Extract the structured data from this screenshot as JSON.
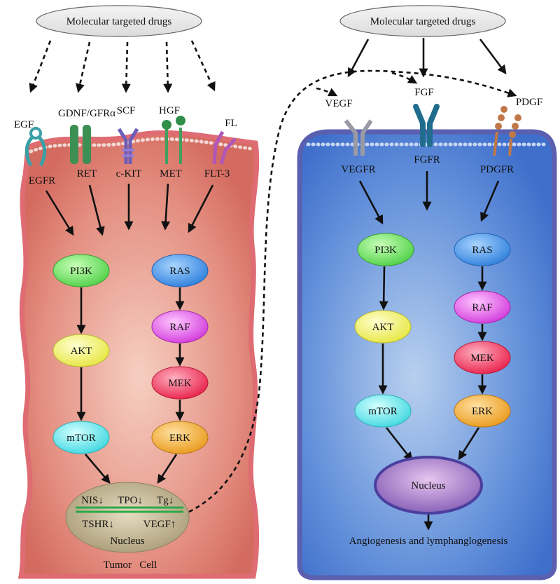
{
  "left_panel": {
    "drugs_label": "Molecular targeted drugs",
    "ligands": {
      "egf": "EGF",
      "gdnf": "GDNF/GFRα",
      "scf": "SCF",
      "hgf": "HGF",
      "fl": "FL"
    },
    "receptors": {
      "egfr": "EGFR",
      "ret": "RET",
      "ckit": "c-KIT",
      "met": "MET",
      "flt3": "FLT-3"
    },
    "nodes": {
      "pi3k": "PI3K",
      "akt": "AKT",
      "mtor": "mTOR",
      "ras": "RAS",
      "raf": "RAF",
      "mek": "MEK",
      "erk": "ERK"
    },
    "nucleus": {
      "nis": "NIS↓",
      "tpo": "TPO↓",
      "tg": "Tg↓",
      "tshr": "TSHR↓",
      "vegf": "VEGF↑",
      "label": "Nucleus"
    },
    "cell_label": "Tumor   Cell"
  },
  "right_panel": {
    "drugs_label": "Molecular targeted drugs",
    "ligands": {
      "vegf": "VEGF",
      "fgf": "FGF",
      "pdgf": "PDGF"
    },
    "receptors": {
      "vegfr": "VEGFR",
      "fgfr": "FGFR",
      "pdgfr": "PDGFR"
    },
    "nodes": {
      "pi3k": "PI3K",
      "akt": "AKT",
      "mtor": "mTOR",
      "ras": "RAS",
      "raf": "RAF",
      "mek": "MEK",
      "erk": "ERK"
    },
    "nucleus_label": "Nucleus",
    "outcome": "Angiogenesis and lymphanglogenesis"
  },
  "colors": {
    "tumor_cell": "#e48b7e",
    "endothelial_cell": "#5b86d6",
    "pi3k": "#5ce052",
    "akt": "#f0f05a",
    "mtor": "#5ae6ea",
    "ras": "#3d8fe6",
    "raf": "#e052e6",
    "mek": "#f0325a",
    "erk": "#f0a82a"
  }
}
